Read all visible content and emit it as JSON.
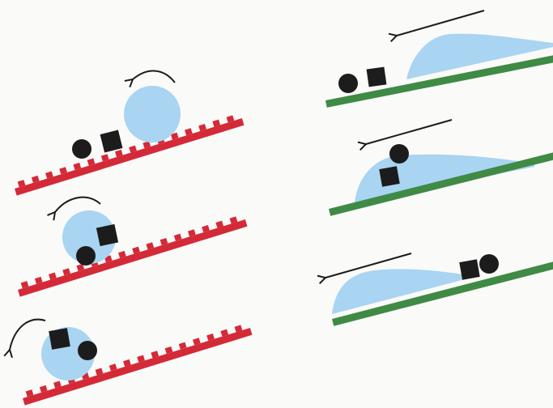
{
  "colors": {
    "background": "#fafaf8",
    "ridged_surface": "#d42a38",
    "smooth_surface": "#3f8a45",
    "blob": "#a9d4f2",
    "particle": "#1c1c1c",
    "arrow": "#1c1c1c"
  },
  "icons": {
    "round_particle": "filled-circle",
    "square_particle": "filled-square",
    "rolling_arrow": "curved-arrow-left",
    "sliding_arrow": "straight-arrow-left"
  },
  "panels": {
    "left": {
      "surface": "ridged",
      "motion": "rolling"
    },
    "right": {
      "surface": "smooth",
      "motion": "sliding"
    }
  }
}
